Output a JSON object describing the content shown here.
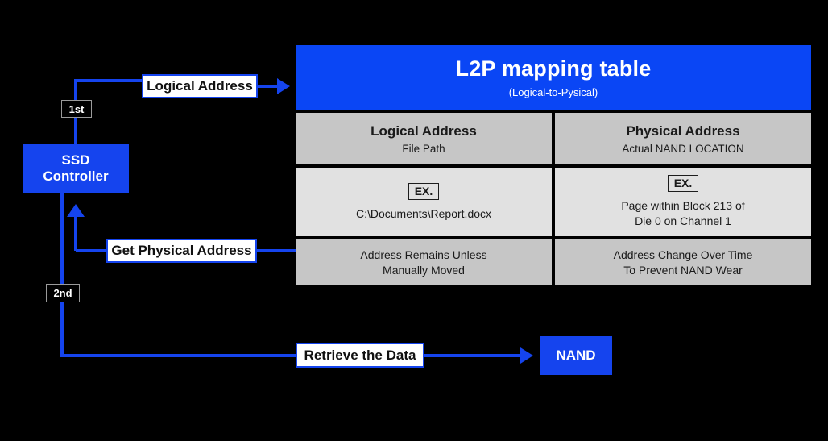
{
  "colors": {
    "background": "#000000",
    "accent_blue": "#1544ee",
    "header_blue": "#0a46f5",
    "row_dark_gray": "#c6c6c6",
    "row_light_gray": "#e1e1e1",
    "badge_border": "#9a9a9a"
  },
  "flow": {
    "ssd_controller": "SSD\nController",
    "ssd_controller_line1": "SSD",
    "ssd_controller_line2": "Controller",
    "nand": "NAND",
    "steps": {
      "first": "1st",
      "second": "2nd"
    },
    "labels": {
      "logical_address": "Logical Address",
      "get_physical_address": "Get Physical Address",
      "retrieve_the_data": "Retrieve the Data"
    }
  },
  "table": {
    "title": "L2P mapping table",
    "subtitle": "(Logical-to-Pysical)",
    "columns": [
      {
        "header": "Logical Address",
        "subheader": "File Path",
        "example_badge": "EX.",
        "example_line1": "C:\\Documents\\Report.docx",
        "example_line2": "",
        "note_line1": "Address Remains Unless",
        "note_line2": "Manually Moved"
      },
      {
        "header": "Physical Address",
        "subheader": "Actual NAND LOCATION",
        "example_badge": "EX.",
        "example_line1": "Page within Block 213 of",
        "example_line2": "Die 0 on Channel 1",
        "note_line1": "Address Change Over Time",
        "note_line2": "To Prevent NAND Wear"
      }
    ]
  }
}
